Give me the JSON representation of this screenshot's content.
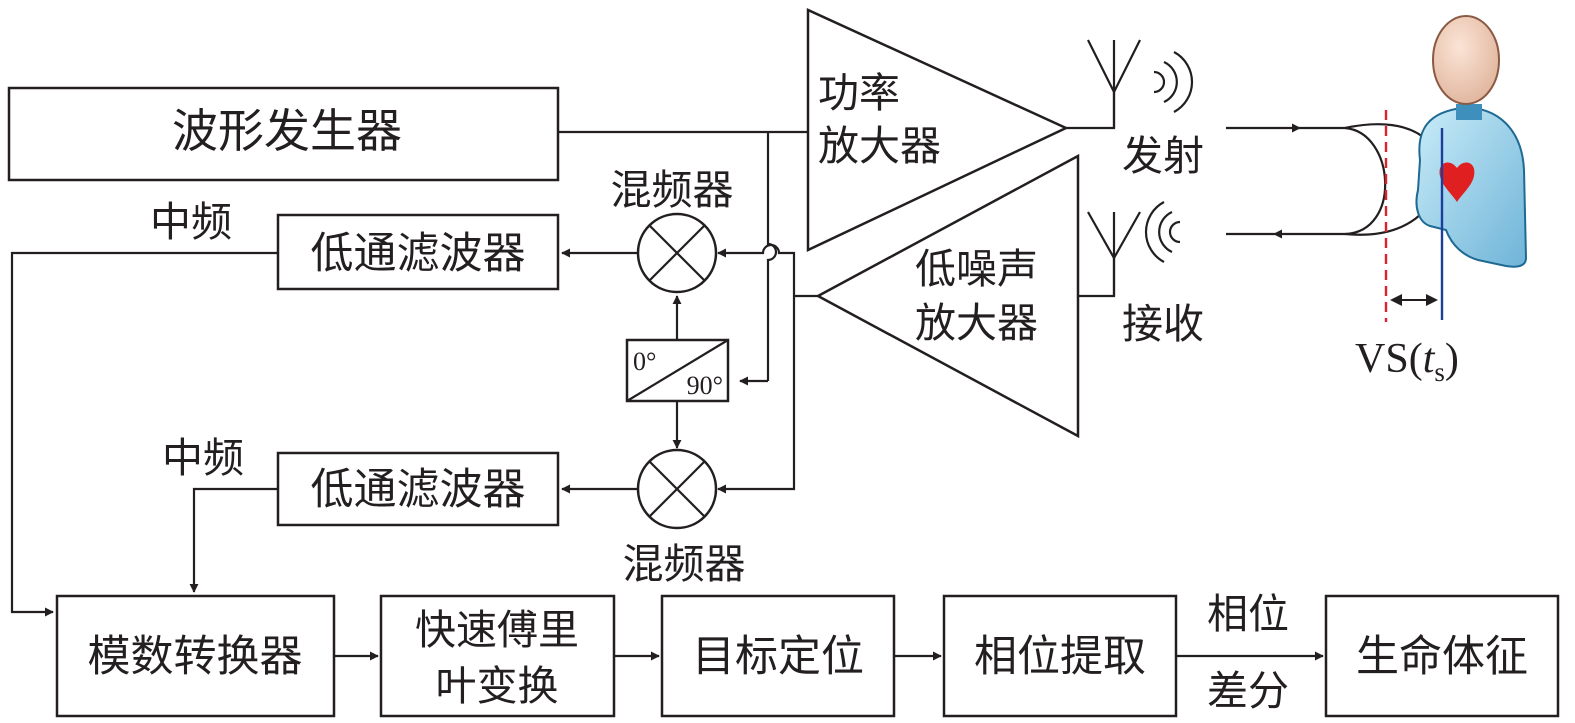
{
  "blocks": {
    "waveform_generator": "波形发生器",
    "lpf_top": "低通滤波器",
    "lpf_bottom": "低通滤波器",
    "adc": "模数转换器",
    "fft_line1": "快速傅里",
    "fft_line2": "叶变换",
    "target_localization": "目标定位",
    "phase_extraction": "相位提取",
    "vital_signs": "生命体征"
  },
  "amplifiers": {
    "power_line1": "功率",
    "power_line2": "放大器",
    "lna_line1": "低噪声",
    "lna_line2": "放大器"
  },
  "labels": {
    "mixer_top": "混频器",
    "mixer_bottom": "混频器",
    "if_top": "中频",
    "if_bottom": "中频",
    "transmit": "发射",
    "receive": "接收",
    "phase_0": "0°",
    "phase_90": "90°",
    "phase_diff_line1": "相位",
    "phase_diff_line2": "差分",
    "vs_prefix": "VS(",
    "vs_var": "t",
    "vs_sub": "s",
    "vs_suffix": ")"
  },
  "colors": {
    "line": "#231f20",
    "heart": "#e02020",
    "body": "#9fd3ec",
    "head": "#f3d2bd",
    "chest_line": "#1b3f9a",
    "reference_dash": "#d9232d"
  }
}
